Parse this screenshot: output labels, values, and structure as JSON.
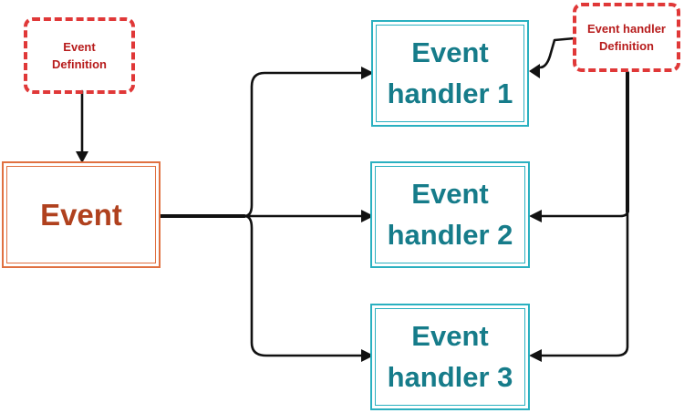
{
  "event_definition": {
    "line1": "Event",
    "line2": "Definition"
  },
  "event": {
    "label": "Event"
  },
  "handlers": [
    {
      "line1": "Event",
      "line2": "handler 1"
    },
    {
      "line1": "Event",
      "line2": "handler 2"
    },
    {
      "line1": "Event",
      "line2": "handler 3"
    }
  ],
  "handler_definition": {
    "line1": "Event handler",
    "line2": "Definition"
  },
  "colors": {
    "definition_border": "#e03838",
    "event_border": "#e07040",
    "handler_border": "#2ab0c0",
    "connector": "#111111"
  }
}
